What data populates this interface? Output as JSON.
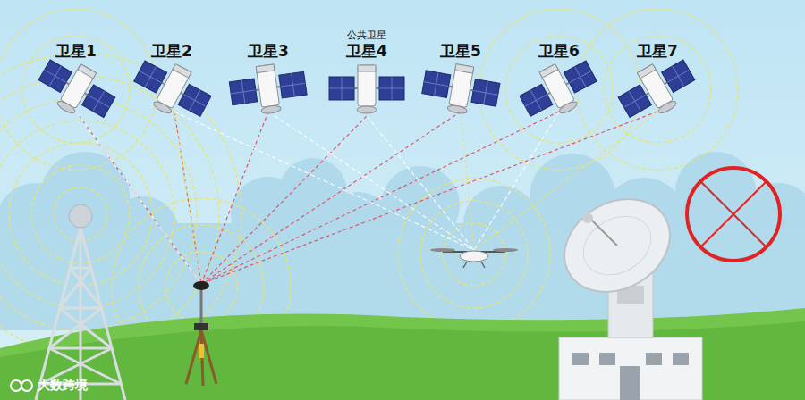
{
  "diagram": {
    "nodes": [
      {
        "text": [
          "卫星1"
        ]
      },
      {
        "text": [
          "卫星2"
        ]
      },
      {
        "text": [
          "卫星3"
        ]
      },
      {
        "text": [
          "公共卫星",
          "卫星4"
        ]
      },
      {
        "text": [
          "卫星5"
        ]
      },
      {
        "text": [
          "卫星6"
        ]
      },
      {
        "text": [
          "卫星7"
        ]
      }
    ],
    "labels": [
      "大数跨境"
    ]
  }
}
